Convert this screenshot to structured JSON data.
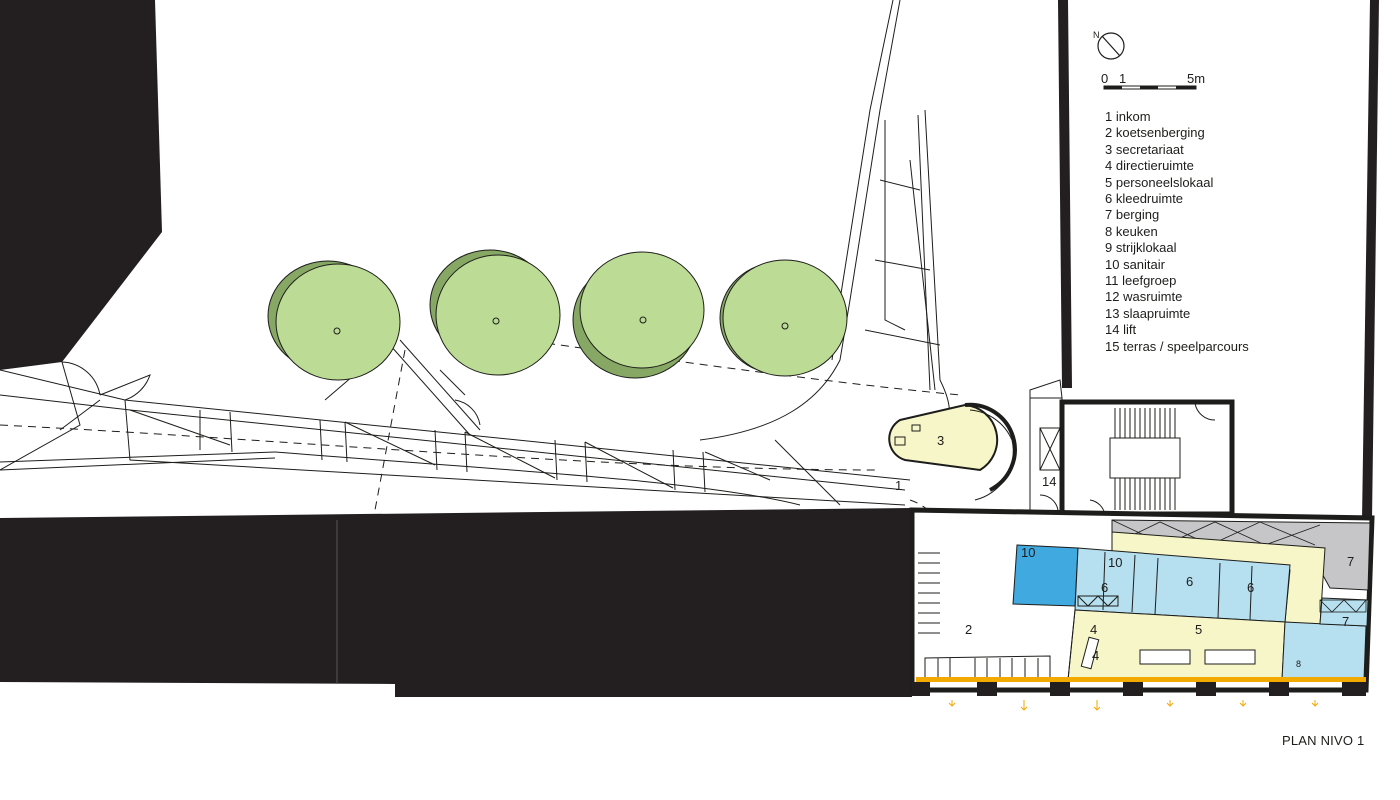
{
  "plan_title": "PLAN NIVO 1",
  "scale": {
    "zero": "0",
    "one": "1",
    "five": "5m"
  },
  "north_label": "N",
  "legend": [
    "1 inkom",
    "2 koetsenberging",
    "3 secretariaat",
    "4 directieruimte",
    "5 personeelslokaal",
    "6 kleedruimte",
    "7 berging",
    "8 keuken",
    "9 strijklokaal",
    "10 sanitair",
    "11 leefgroep",
    "12 wasruimte",
    "13 slaapruimte",
    "14 lift",
    "15 terras / speelparcours"
  ],
  "room_numbers": {
    "r1": "1",
    "r2": "2",
    "r3": "3",
    "r4a": "4",
    "r4b": "4",
    "r5": "5",
    "r6a": "6",
    "r6b": "6",
    "r6c": "6",
    "r7a": "7",
    "r7b": "7",
    "r8": "8",
    "r10a": "10",
    "r10b": "10",
    "r14": "14"
  },
  "colors": {
    "building_dark": "#231f20",
    "tree_light": "#bcdc96",
    "tree_dark": "#86a864",
    "room_yellow": "#f7f6c8",
    "room_lightblue": "#b6dff0",
    "room_blue": "#3fa9e0",
    "room_grey": "#c6c6c8",
    "facade_orange": "#f2a900"
  }
}
